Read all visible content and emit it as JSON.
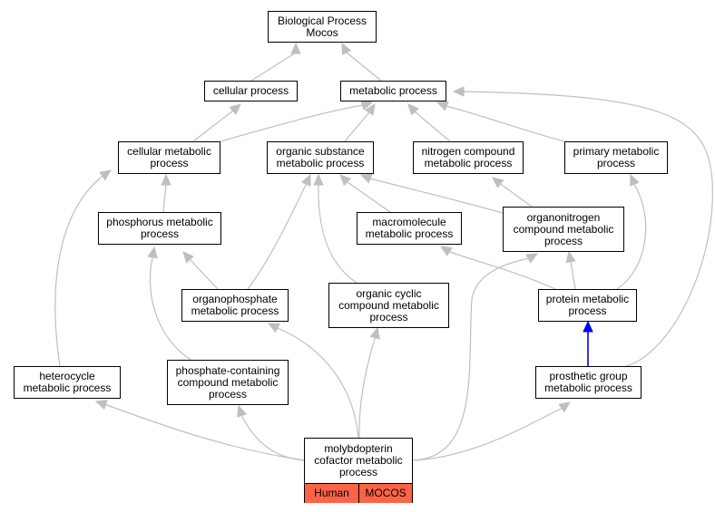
{
  "colors": {
    "edge": "#bfbfbf",
    "highlight_edge": "#0000ff",
    "tag_fill": "#ff6347",
    "border": "#000000"
  },
  "nodes": {
    "bp_root": [
      "Biological Process",
      "Mocos"
    ],
    "cellular_process": [
      "cellular process"
    ],
    "metabolic_process": [
      "metabolic process"
    ],
    "cellular_metabolic": [
      "cellular metabolic",
      "process"
    ],
    "organic_substance": [
      "organic substance",
      "metabolic process"
    ],
    "nitrogen_compound": [
      "nitrogen compound",
      "metabolic process"
    ],
    "primary_metabolic": [
      "primary metabolic",
      "process"
    ],
    "phosphorus_metabolic": [
      "phosphorus metabolic",
      "process"
    ],
    "macromolecule_metabolic": [
      "macromolecule",
      "metabolic process"
    ],
    "organonitrogen": [
      "organonitrogen",
      "compound metabolic",
      "process"
    ],
    "organophosphate": [
      "organophosphate",
      "metabolic process"
    ],
    "organic_cyclic": [
      "organic cyclic",
      "compound metabolic",
      "process"
    ],
    "protein_metabolic": [
      "protein metabolic",
      "process"
    ],
    "heterocycle_metabolic": [
      "heterocycle",
      "metabolic process"
    ],
    "phosphate_containing": [
      "phosphate-containing",
      "compound metabolic",
      "process"
    ],
    "prosthetic_group": [
      "prosthetic group",
      "metabolic process"
    ]
  },
  "leaf": {
    "title": [
      "molybdopterin",
      "cofactor metabolic",
      "process"
    ],
    "species": "Human",
    "gene": "MOCOS"
  }
}
